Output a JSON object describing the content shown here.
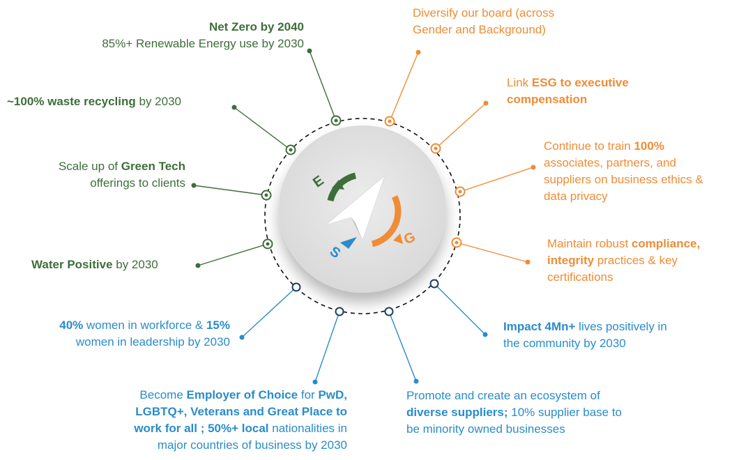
{
  "colors": {
    "environment": "#3e6e3a",
    "governance": "#ef8c35",
    "social": "#2a8cc9",
    "disc": "#e3e3e3"
  },
  "hub": {
    "letter_e": "E",
    "letter_s": "S",
    "letter_g": "G",
    "icon": "compass-arrow-icon"
  },
  "environment": [
    {
      "bold": "Net Zero by 2040",
      "text": "85%+ Renewable Energy use by 2030"
    },
    {
      "bold": "~100% waste recycling",
      "text": " by 2030"
    },
    {
      "pre": "Scale up of ",
      "bold": "Green Tech",
      "text": "offerings to clients"
    },
    {
      "bold": "Water Positive",
      "text": " by 2030"
    }
  ],
  "governance": [
    {
      "text": "Diversify our board (across",
      "text2": "Gender and Background)"
    },
    {
      "pre": "Link ",
      "bold": "ESG to executive",
      "bold2": "compensation"
    },
    {
      "pre": "Continue to train ",
      "bold": "100%",
      "text2": "associates, partners, and",
      "text3": "suppliers on business ethics &",
      "text4": "data privacy"
    },
    {
      "pre": "Maintain robust ",
      "bold": "compliance,",
      "bold2": "integrity",
      "text2": " practices & key",
      "text3": "certifications"
    }
  ],
  "social": [
    {
      "bold": "40%",
      "text": " women in workforce & ",
      "bold2": "15%",
      "text2": "women in leadership by 2030"
    },
    {
      "bold": "Impact 4Mn+",
      "text": " lives positively in",
      "text2": "the community by 2030"
    },
    {
      "pre": "Become ",
      "bold": "Employer of Choice",
      "text": " for ",
      "bold2": "PwD,",
      "bold3": "LGBTQ+, Veterans and Great Place to",
      "bold4": "work for all ; 50%+ local",
      "text2": " nationalities in",
      "text3": "major countries of business by 2030"
    },
    {
      "text": "Promote and create an ecosystem of",
      "bold": "diverse suppliers;",
      "text2": " 10% supplier base to",
      "text3": "be minority owned businesses"
    }
  ]
}
